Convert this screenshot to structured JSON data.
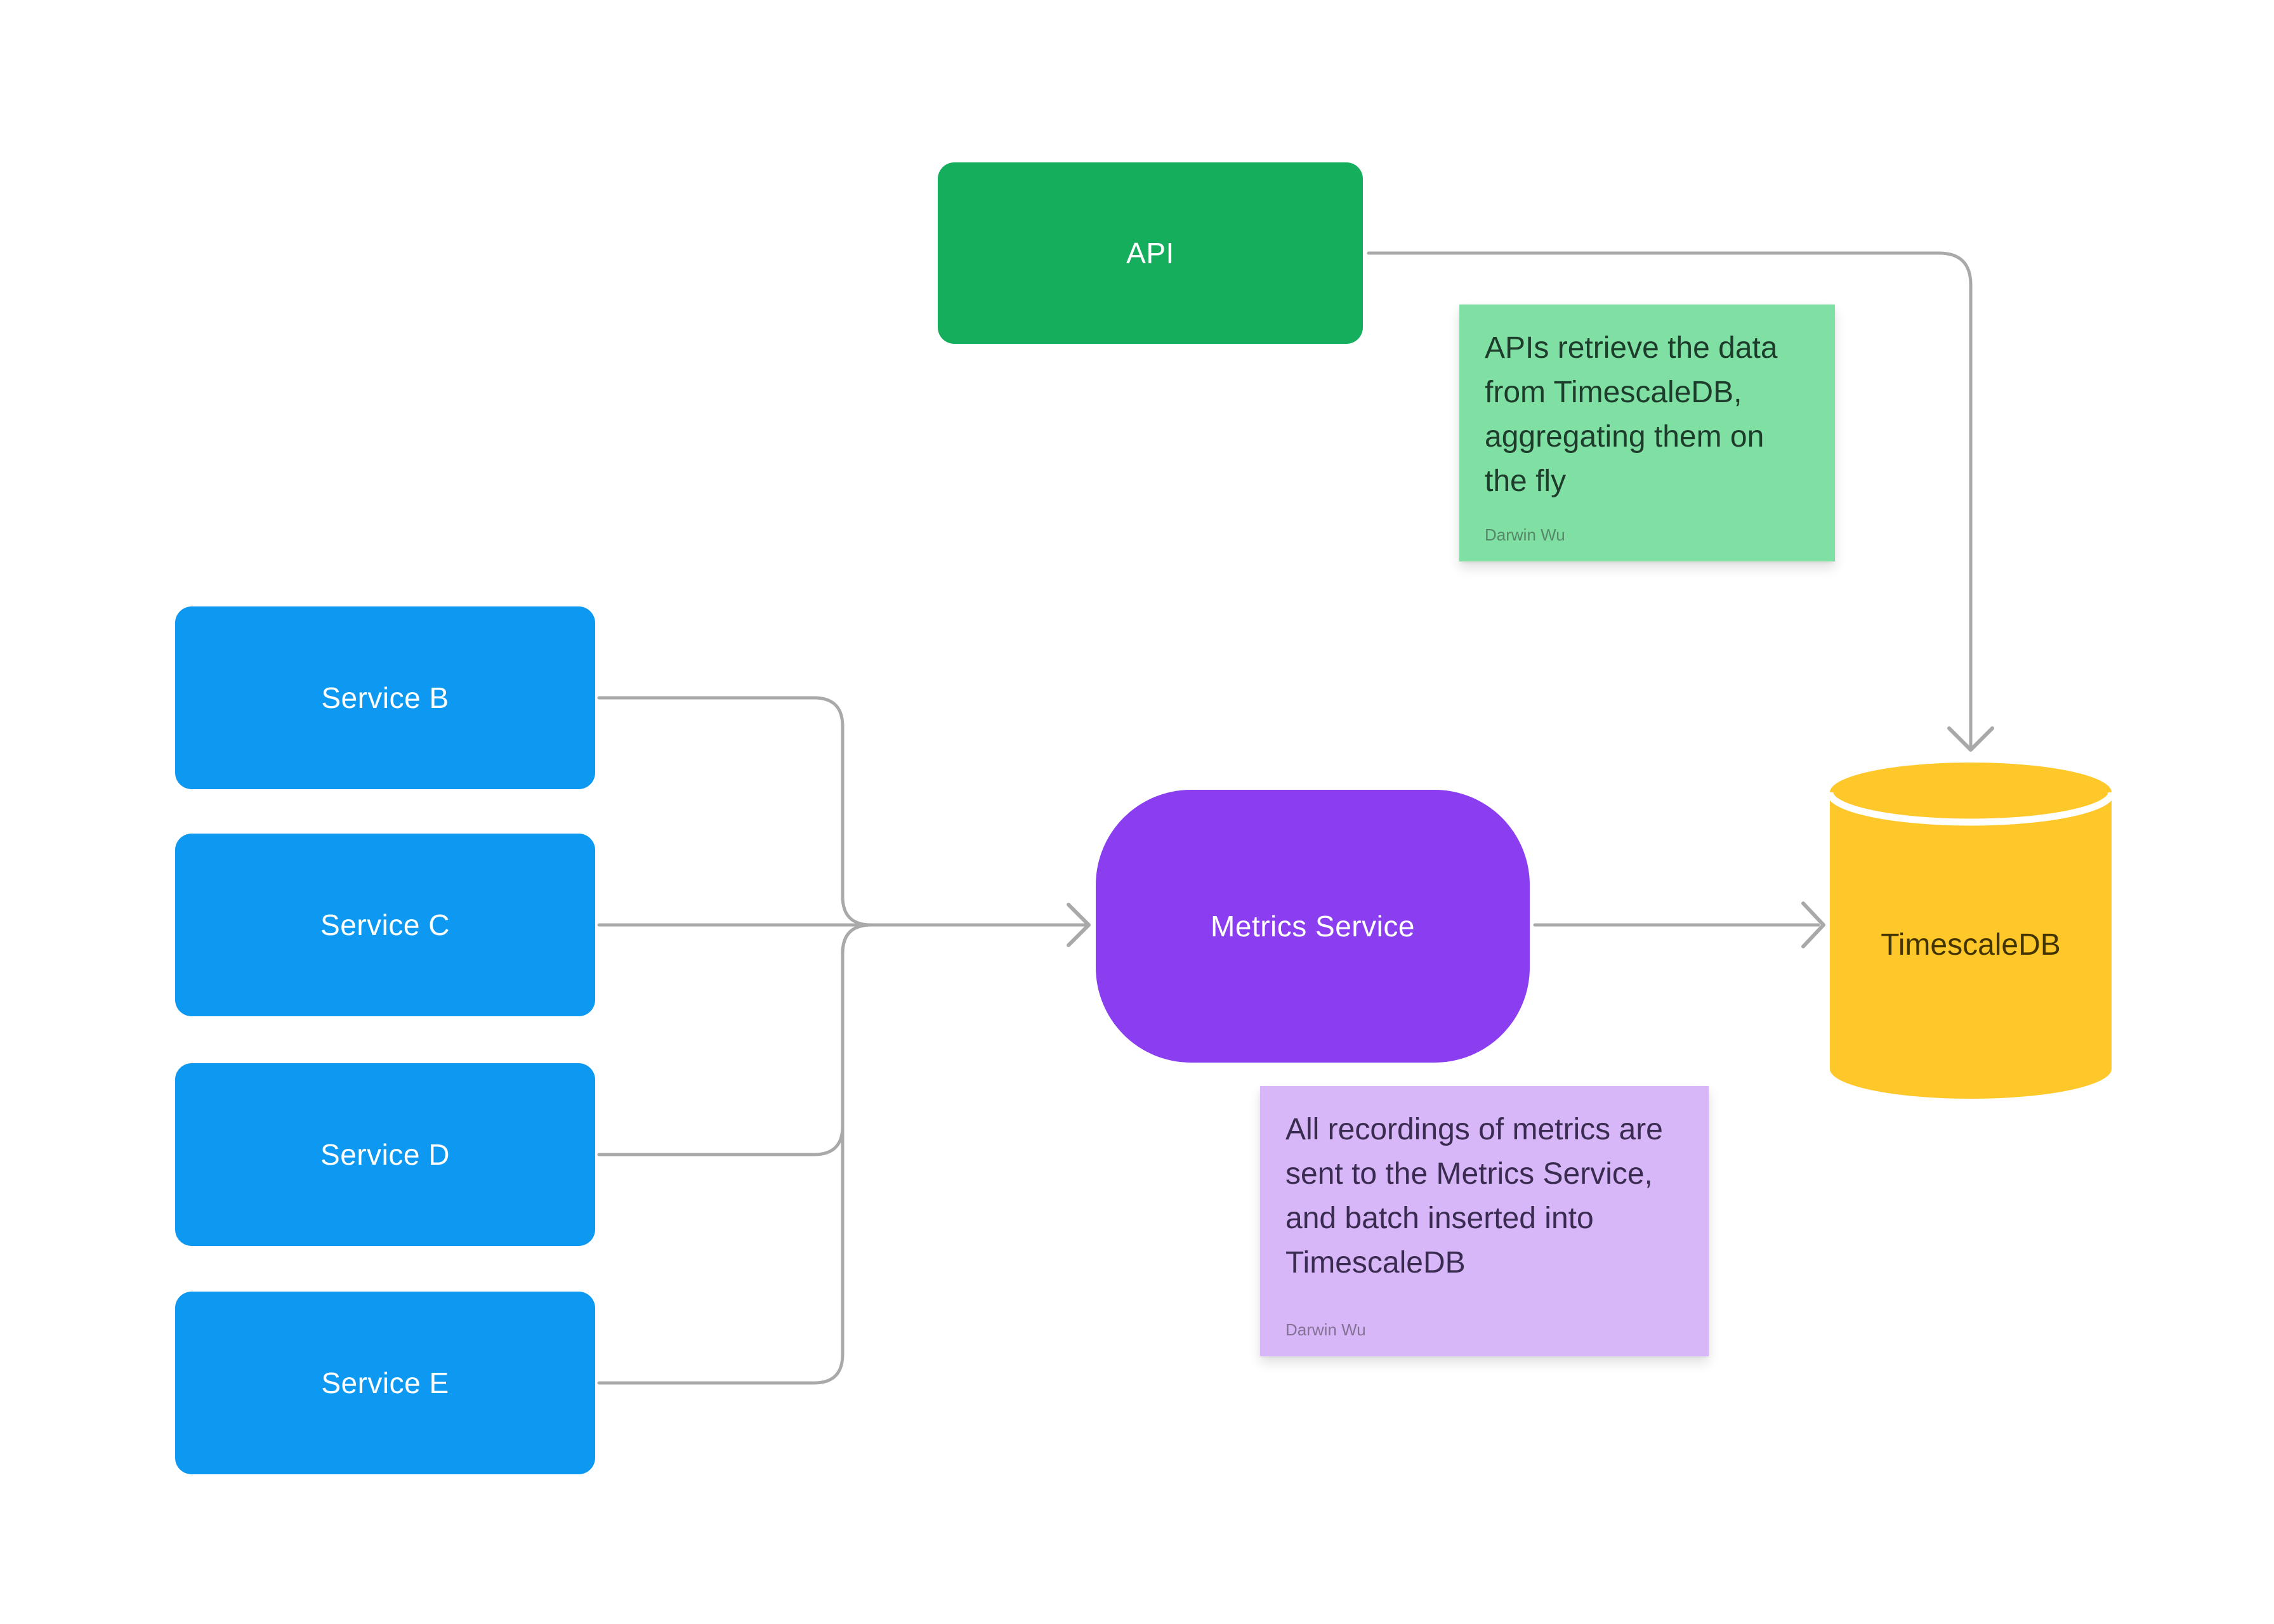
{
  "theme": {
    "canvas-bg": "#FFFFFF",
    "connector": "#A9A9A9",
    "node-green": "#14AE5C",
    "node-blue": "#0D99F2",
    "node-purple": "#8A3EF0",
    "node-yellow": "#FFC82A",
    "node-text": "#FFFFFF",
    "db-text": "#433500",
    "note-green": "#80DFA3",
    "note-green-text": "#1E3C2B",
    "note-purple": "#D7B7F7",
    "note-purple-text": "#3A2B50",
    "author-text": "rgba(30,30,30,0.45)"
  },
  "nodes": {
    "api": {
      "label": "API"
    },
    "services": [
      {
        "label": "Service B"
      },
      {
        "label": "Service C"
      },
      {
        "label": "Service D"
      },
      {
        "label": "Service E"
      }
    ],
    "metrics": {
      "label": "Metrics Service"
    },
    "database": {
      "label": "TimescaleDB"
    }
  },
  "notes": {
    "api_note": {
      "text": "APIs retrieve the data from TimescaleDB, aggregating them on the fly",
      "author": "Darwin Wu"
    },
    "metrics_note": {
      "text": "All recordings of metrics are sent to the Metrics Service, and batch inserted into TimescaleDB",
      "author": "Darwin Wu"
    }
  }
}
